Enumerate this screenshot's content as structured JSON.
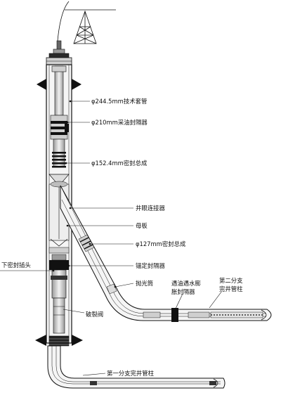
{
  "labels": {
    "tech_casing": "φ244.5mm技术套管",
    "packer_210": "φ210mm采油封隔器",
    "seal_152": "φ152.4mm密封总成",
    "wellbore_connector": "井眼连接器",
    "mother_plate": "母板",
    "seal_127": "φ127mm密封总成",
    "anchor_packer": "锚定封隔器",
    "lower_seal_plug": "下密封插头",
    "polished_bore": "抛光筒",
    "swell_packer_line1": "遇油遇水膨",
    "swell_packer_line2": "胀封隔器",
    "branch2_line1": "第二分支",
    "branch2_line2": "完井管柱",
    "rupture_valve": "破裂阀",
    "branch1": "第一分支完井管柱"
  },
  "colors": {
    "line": "#111111",
    "casing_fill": "#f4f4f4",
    "dark": "#1a1a1a",
    "mid": "#8a8a8a",
    "light": "#d8d8d8"
  }
}
